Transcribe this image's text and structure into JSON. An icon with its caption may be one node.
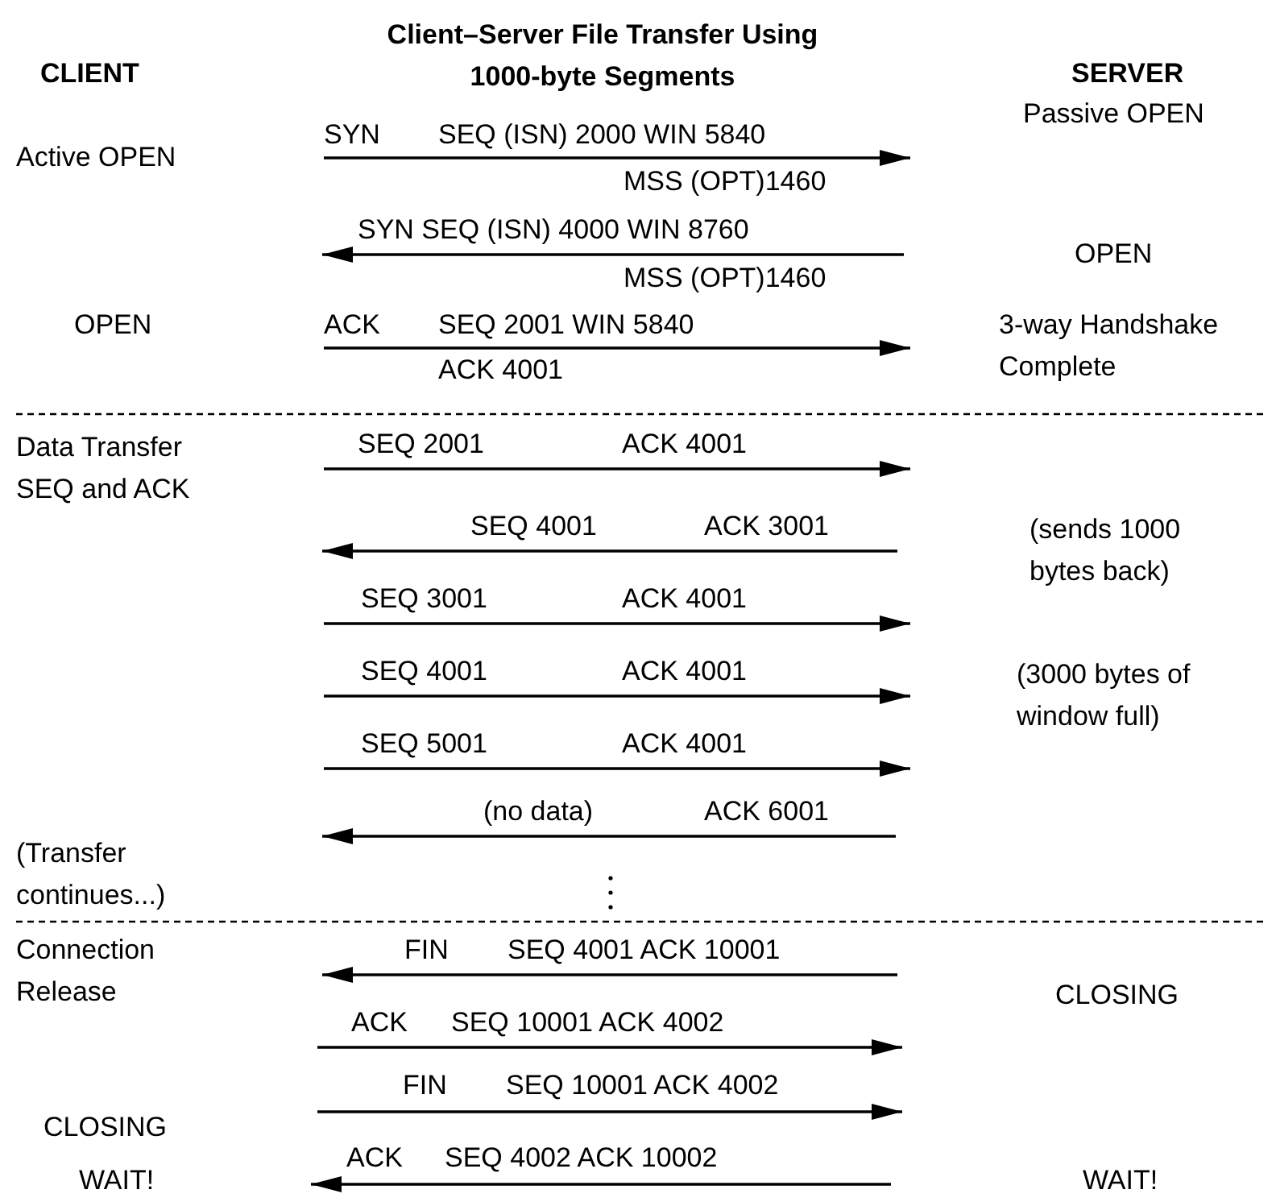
{
  "diagram": {
    "title": "Client–Server File Transfer Using 1000-byte Segments",
    "labels": [
      "CLIENT",
      "SERVER",
      "Passive OPEN",
      "Active OPEN",
      "SYN",
      "SEQ (ISN) 2000 WIN 5840",
      "MSS (OPT)1460",
      "SYN SEQ (ISN) 4000 WIN 8760",
      "OPEN",
      "MSS (OPT)1460",
      "OPEN",
      "ACK",
      "SEQ 2001 WIN 5840",
      "3-way Handshake Complete",
      "ACK 4001",
      "Data Transfer SEQ and ACK",
      "SEQ 2001",
      "ACK 4001",
      "SEQ 4001",
      "ACK 3001",
      "(sends 1000 bytes back)",
      "SEQ 3001",
      "ACK 4001",
      "SEQ 4001",
      "ACK 4001",
      "(3000 bytes of window full)",
      "SEQ 5001",
      "ACK 4001",
      "(no data)",
      "ACK 6001",
      "(Transfer continues...)",
      "Connection Release",
      "FIN",
      "SEQ 4001 ACK 10001",
      "CLOSING",
      "ACK",
      "SEQ 10001 ACK 4002",
      "FIN",
      "SEQ 10001 ACK 4002",
      "CLOSING",
      "ACK",
      "SEQ 4002 ACK 10002",
      "WAIT!",
      "WAIT!"
    ]
  }
}
